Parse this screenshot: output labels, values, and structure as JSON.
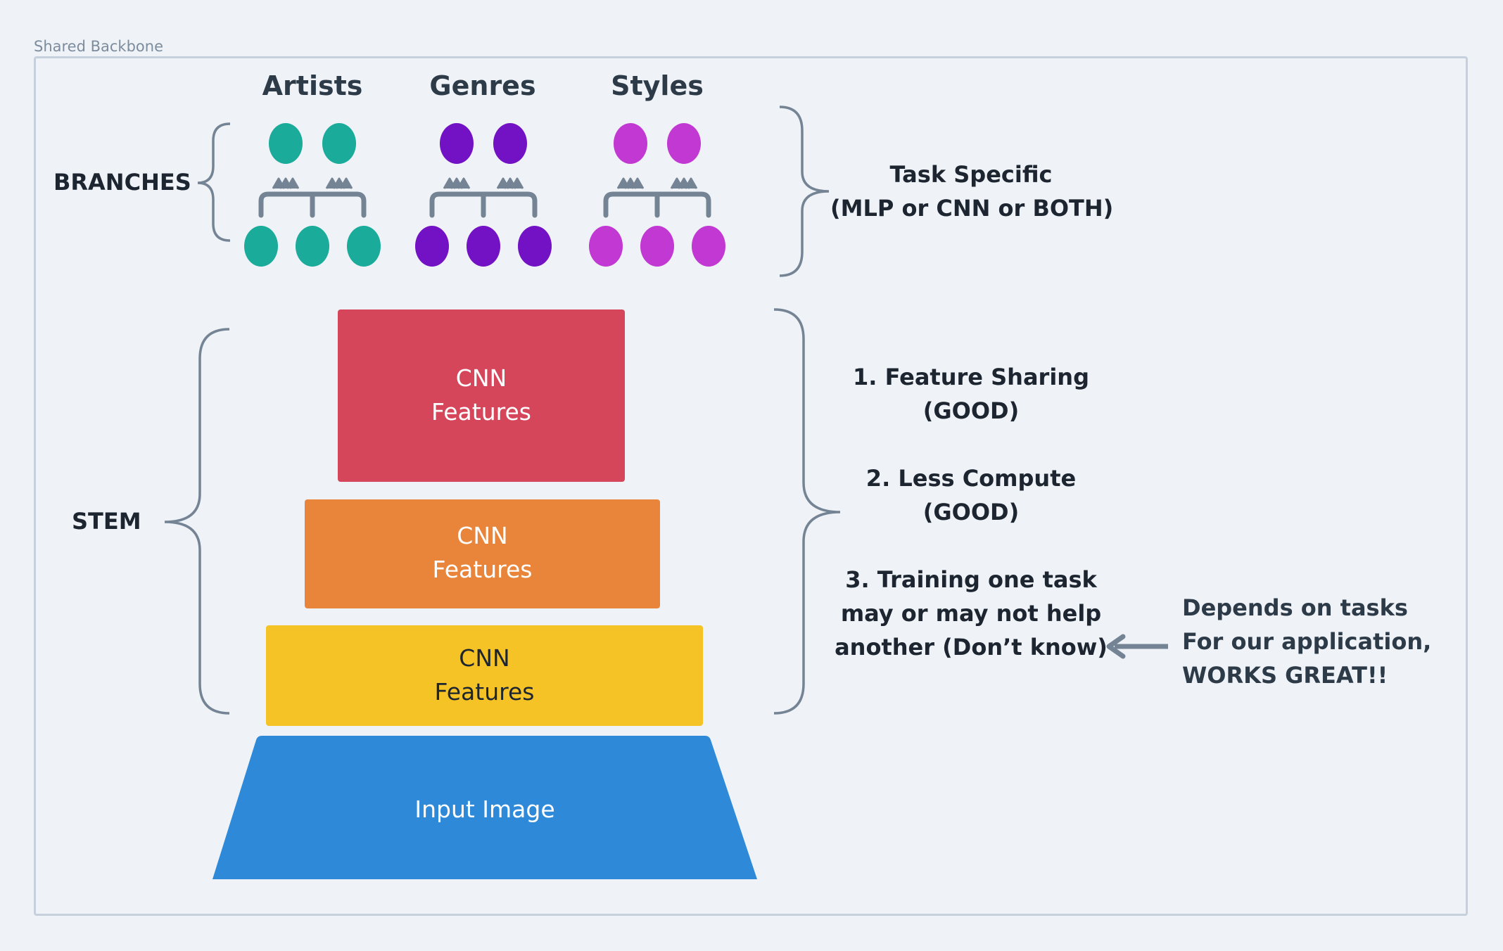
{
  "frame": {
    "label": "Shared Backbone"
  },
  "branches": {
    "side_label": "BRANCHES",
    "columns": [
      {
        "title": "Artists",
        "color": "#1aab9b"
      },
      {
        "title": "Genres",
        "color": "#7212c4"
      },
      {
        "title": "Styles",
        "color": "#c238d2"
      }
    ],
    "note_line1": "Task Specific",
    "note_line2": "(MLP or CNN or BOTH)"
  },
  "stem": {
    "side_label": "STEM",
    "blocks": [
      {
        "line1": "CNN",
        "line2": "Features",
        "color": "#d5465b"
      },
      {
        "line1": "CNN",
        "line2": "Features",
        "color": "#e8853a"
      },
      {
        "line1": "CNN",
        "line2": "Features",
        "color": "#f6c326"
      }
    ],
    "input_label": "Input Image",
    "input_color": "#2e89d9",
    "points": [
      {
        "line1": "1.  Feature Sharing",
        "line2": "(GOOD)"
      },
      {
        "line1": "2. Less Compute",
        "line2": "(GOOD)"
      },
      {
        "line1": "3. Training one task",
        "line2": "may or may not help",
        "line3": "another (Don’t know)"
      }
    ]
  },
  "callout": {
    "line1": "Depends on tasks",
    "line2": "For our application,",
    "line3": "WORKS GREAT!!"
  },
  "colors": {
    "bracket": "#748494",
    "connector": "#748494"
  }
}
